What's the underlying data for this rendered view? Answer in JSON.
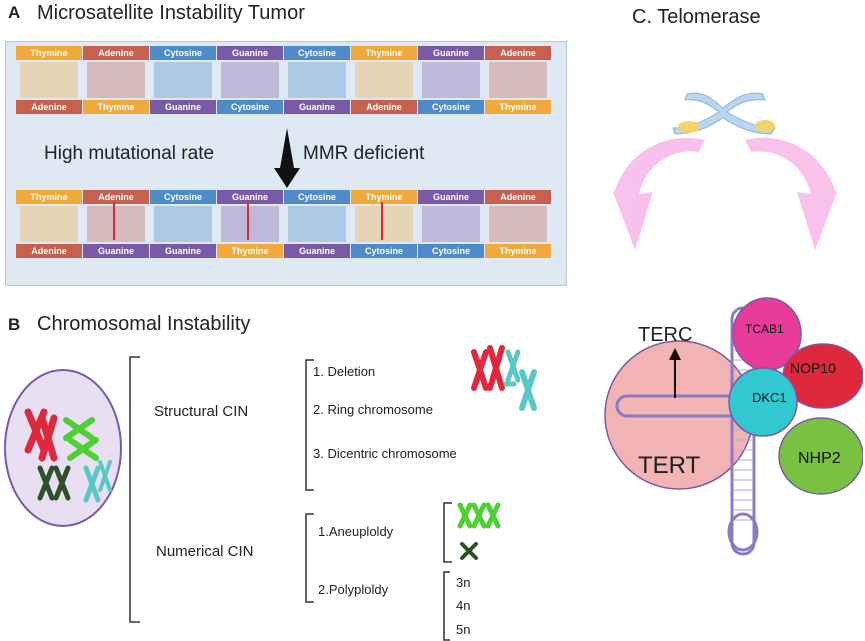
{
  "panelA": {
    "letter": "A",
    "title": "Microsatellite Instability Tumor",
    "top_strand_1": [
      "Thymine",
      "Adenine",
      "Cytosine",
      "Guanine",
      "Cytosine",
      "Thymine",
      "Guanine",
      "Adenine"
    ],
    "bottom_strand_1": [
      "Adenine",
      "Thymine",
      "Guanine",
      "Cytosine",
      "Guanine",
      "Adenine",
      "Cytosine",
      "Thymine"
    ],
    "top_strand_2": [
      "Thymine",
      "Adenine",
      "Cytosine",
      "Guanine",
      "Cytosine",
      "Thymine",
      "Guanine",
      "Adenine"
    ],
    "bottom_strand_2": [
      "Adenine",
      "Guanine",
      "Guanine",
      "Thymine",
      "Guanine",
      "Cytosine",
      "Cytosine",
      "Thymine"
    ],
    "left_label": "High mutational rate",
    "right_label": "MMR deficient"
  },
  "panelB": {
    "letter": "B",
    "title": "Chromosomal Instability",
    "structural": {
      "label": "Structural CIN",
      "items": [
        "1. Deletion",
        "2. Ring chromosome",
        "3. Dicentric chromosome"
      ]
    },
    "numerical": {
      "label": "Numerical CIN",
      "items": [
        "1.Aneuploldy",
        "2.Polyploldy"
      ],
      "ploidy": [
        "3n",
        "4n",
        "5n"
      ]
    }
  },
  "panelC": {
    "title": "C. Telomerase",
    "terc": "TERC",
    "tert": "TERT",
    "proteins": [
      "TCAB1",
      "NOP10",
      "DKC1",
      "NHP2"
    ]
  },
  "colors": {
    "Thymine": "#f2a93b",
    "Adenine": "#c8604f",
    "Cytosine": "#4f8bc9",
    "Guanine": "#7a5aa6",
    "tert": "#f1b3b3",
    "tcab1": "#e93b9a",
    "nop10": "#e0283d",
    "dkc1": "#32c8d2",
    "nhp2": "#7ac142",
    "rna": "#b9a6e0"
  }
}
